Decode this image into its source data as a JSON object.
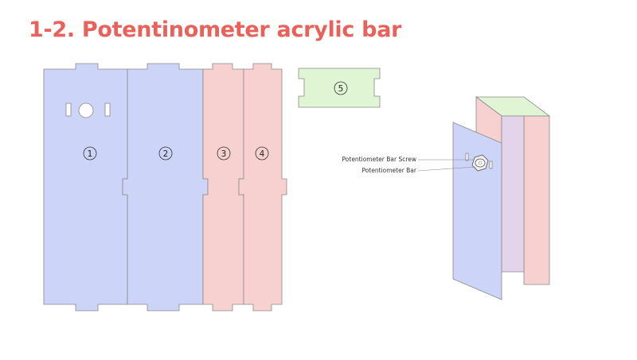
{
  "title": "1-2. Potentinometer acrylic bar",
  "colors": {
    "title": "#e8615a",
    "panel_blue": "#ccd4f7",
    "panel_red": "#f7d0d0",
    "panel_green": "#dff5d3",
    "outline": "#8a8a8a"
  },
  "panels": [
    {
      "id": "panel-1",
      "number": "1",
      "color": "blue"
    },
    {
      "id": "panel-2",
      "number": "2",
      "color": "blue"
    },
    {
      "id": "panel-3",
      "number": "3",
      "color": "red"
    },
    {
      "id": "panel-4",
      "number": "4",
      "color": "red"
    },
    {
      "id": "panel-5",
      "number": "5",
      "color": "green"
    }
  ],
  "callouts": {
    "screw": "Potentiometer Bar Screw",
    "bar": "Potentiometer Bar"
  }
}
